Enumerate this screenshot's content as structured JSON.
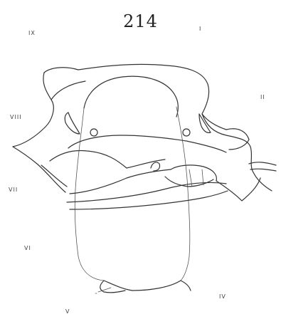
{
  "page_number": "214",
  "region_labels": {
    "ix": "IX",
    "i": "I",
    "ii": "II",
    "viii": "VIII",
    "vii": "VII",
    "vi": "VI",
    "iv": "IV",
    "v": "V"
  },
  "colors": {
    "ink": "#333333",
    "paper": "#ffffff"
  }
}
